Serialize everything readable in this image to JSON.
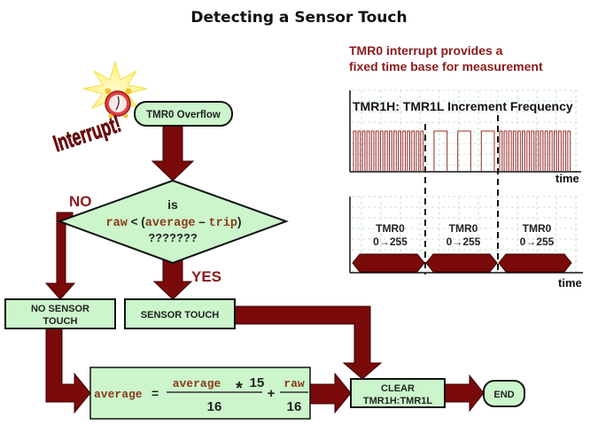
{
  "title": "Detecting a Sensor Touch",
  "colors": {
    "arrow": "#7a0a0a",
    "box_fill": "#ccf5cc",
    "label_red": "#8b1a1a",
    "code": "#8a3a1a",
    "signal": "#9a2a2a",
    "grid": "#b8e0b8"
  },
  "flowchart": {
    "start": {
      "label": "TMR0 Overflow",
      "icon": "alarm-clock-icon"
    },
    "interrupt_label": "Interrupt!",
    "decision": {
      "line1": "is",
      "var_raw": "raw",
      "op_lt": "<",
      "paren_open": "(",
      "var_average": "average",
      "op_minus": "–",
      "var_trip": "trip",
      "paren_close": ")",
      "line3": "???????"
    },
    "no_label": "NO",
    "yes_label": "YES",
    "no_box": {
      "line1": "NO SENSOR",
      "line2": "TOUCH"
    },
    "yes_box": {
      "label": "SENSOR TOUCH"
    },
    "formula": {
      "lhs": "average",
      "equals": "=",
      "num1": "average",
      "times": "*",
      "factor": "15",
      "den1": "16",
      "plus": "+",
      "num2": "raw",
      "den2": "16"
    },
    "clear_box": {
      "line1": "CLEAR",
      "line2": "TMR1H:TMR1L"
    },
    "end": {
      "label": "END"
    }
  },
  "timing": {
    "caption_line1": "TMR0 interrupt provides a",
    "caption_line2": "fixed time base for measurement",
    "top_chart_title": "TMR1H: TMR1L Increment Frequency",
    "time_label_top": "time",
    "time_label_bottom": "time",
    "segments": [
      {
        "name": "TMR0",
        "range": "0→255",
        "pulse_count": 16
      },
      {
        "name": "TMR0",
        "range": "0→255",
        "pulse_count": 3
      },
      {
        "name": "TMR0",
        "range": "0→255",
        "pulse_count": 16
      }
    ]
  }
}
